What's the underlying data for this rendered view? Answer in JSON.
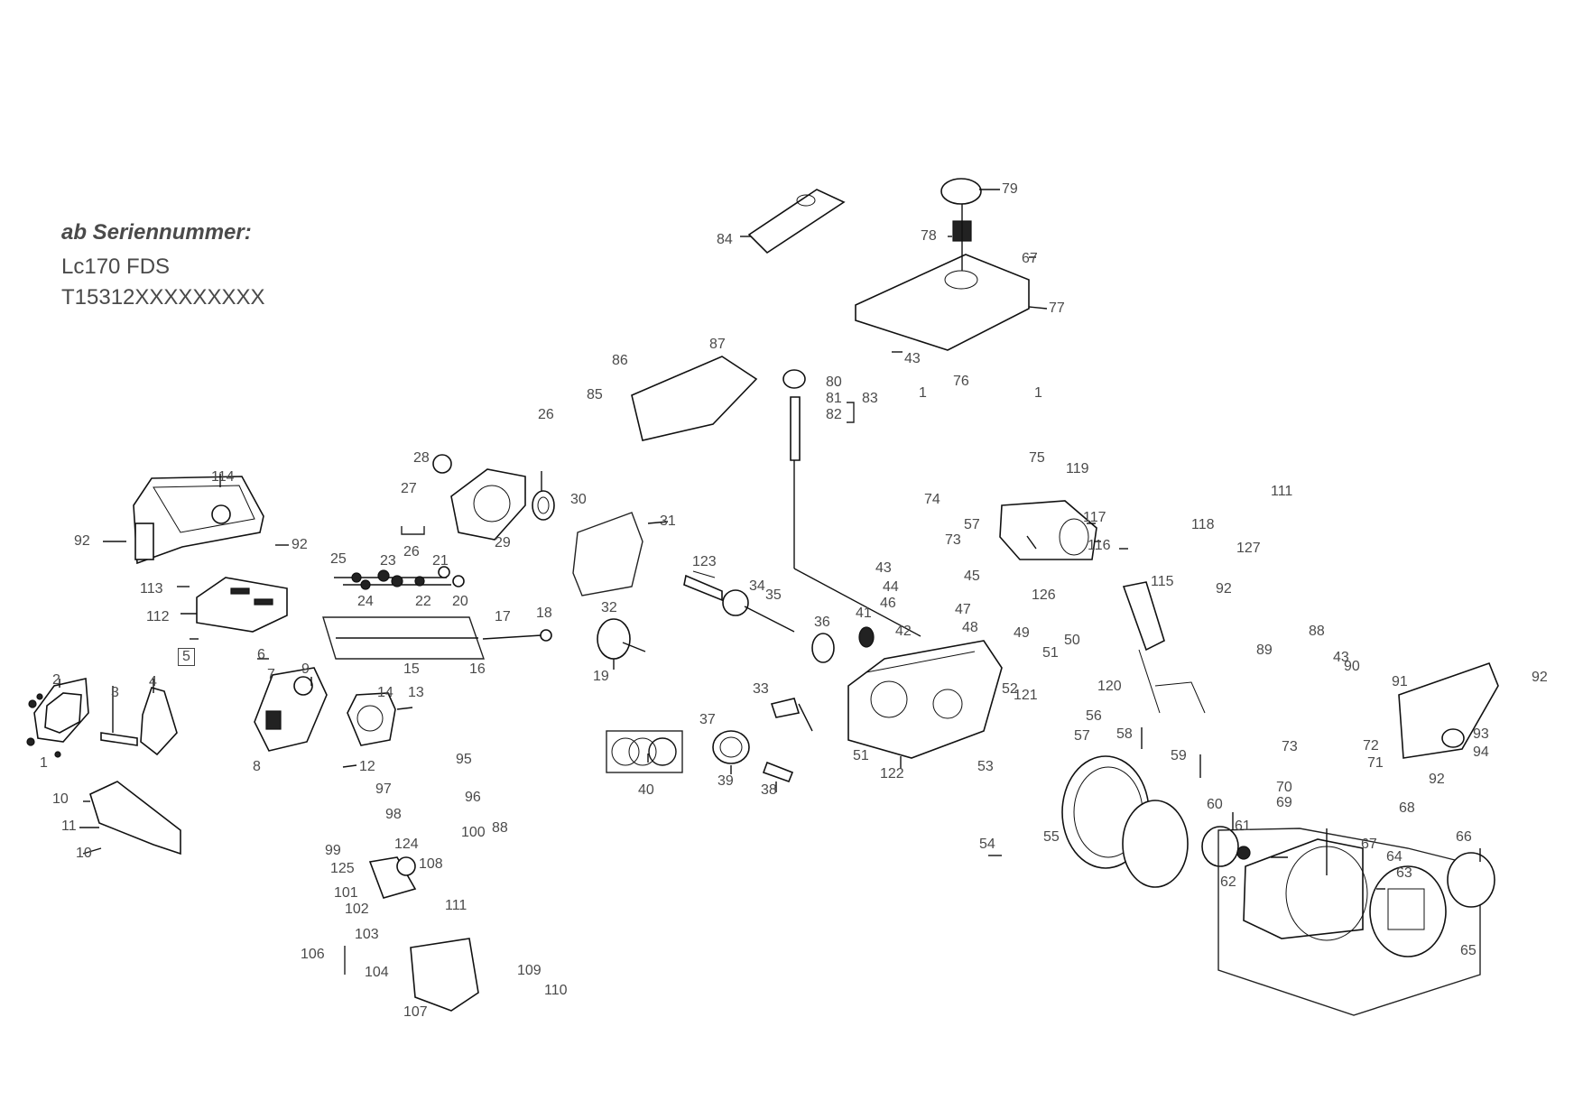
{
  "header": {
    "title": "ab Seriennummer:",
    "model": "Lc170 FDS",
    "serial": "T15312XXXXXXXXX"
  },
  "callouts": [
    {
      "id": "1",
      "parts": [
        "1",
        "1",
        "1",
        "2",
        "3",
        "4",
        "5",
        "6",
        "7",
        "8",
        "9"
      ]
    },
    {
      "labels": [
        "10",
        "10",
        "11",
        "12",
        "13",
        "14",
        "15",
        "16",
        "17",
        "18",
        "19",
        "20"
      ]
    },
    {
      "labels": [
        "21",
        "22",
        "23",
        "24",
        "25",
        "26",
        "26",
        "27",
        "28",
        "29",
        "30"
      ]
    },
    {
      "labels": [
        "31",
        "32",
        "33",
        "34",
        "35",
        "36",
        "37",
        "38",
        "39",
        "40"
      ]
    },
    {
      "labels": [
        "41",
        "42",
        "43",
        "43",
        "43",
        "44",
        "45",
        "46",
        "47",
        "48",
        "49",
        "50"
      ]
    },
    {
      "labels": [
        "51",
        "51",
        "52",
        "53",
        "54",
        "55",
        "56",
        "57",
        "57",
        "57",
        "58",
        "59",
        "60"
      ]
    },
    {
      "labels": [
        "61",
        "62",
        "63",
        "64",
        "65",
        "66",
        "67",
        "67",
        "68",
        "69",
        "70"
      ]
    },
    {
      "labels": [
        "71",
        "72",
        "73",
        "73",
        "73",
        "74",
        "75",
        "76",
        "77",
        "78",
        "79",
        "80"
      ]
    },
    {
      "labels": [
        "81",
        "82",
        "83",
        "84",
        "85",
        "86",
        "87",
        "88",
        "88",
        "89",
        "90"
      ]
    },
    {
      "labels": [
        "91",
        "92",
        "92",
        "92",
        "92",
        "92",
        "93",
        "94",
        "95",
        "96",
        "97",
        "98",
        "99",
        "100"
      ]
    },
    {
      "labels": [
        "101",
        "102",
        "103",
        "104",
        "106",
        "107",
        "108",
        "109",
        "110",
        "111",
        "111"
      ]
    },
    {
      "labels": [
        "112",
        "113",
        "114",
        "115",
        "116",
        "117",
        "118",
        "119",
        "120",
        "121",
        "122",
        "123",
        "124",
        "125",
        "126",
        "127"
      ]
    }
  ],
  "labels": {
    "l1a": "1",
    "l1b": "1",
    "l1c": "1",
    "l2": "2",
    "l3": "3",
    "l4": "4",
    "l5": "5",
    "l6": "6",
    "l7": "7",
    "l8": "8",
    "l9": "9",
    "l10a": "10",
    "l10b": "10",
    "l11": "11",
    "l12": "12",
    "l13": "13",
    "l14": "14",
    "l15": "15",
    "l16": "16",
    "l17": "17",
    "l18": "18",
    "l19": "19",
    "l20": "20",
    "l21": "21",
    "l22": "22",
    "l23": "23",
    "l24": "24",
    "l25": "25",
    "l26a": "26",
    "l26b": "26",
    "l27": "27",
    "l28": "28",
    "l29": "29",
    "l30": "30",
    "l31": "31",
    "l32": "32",
    "l33": "33",
    "l34": "34",
    "l35": "35",
    "l36": "36",
    "l37": "37",
    "l38": "38",
    "l39": "39",
    "l40": "40",
    "l41": "41",
    "l42": "42",
    "l43a": "43",
    "l43b": "43",
    "l43c": "43",
    "l44": "44",
    "l45": "45",
    "l46": "46",
    "l47": "47",
    "l48": "48",
    "l49": "49",
    "l50": "50",
    "l51a": "51",
    "l51b": "51",
    "l52": "52",
    "l53": "53",
    "l54": "54",
    "l55": "55",
    "l56": "56",
    "l57a": "57",
    "l57b": "57",
    "l58": "58",
    "l59": "59",
    "l60": "60",
    "l61": "61",
    "l62": "62",
    "l63": "63",
    "l64": "64",
    "l65": "65",
    "l66": "66",
    "l67": "67",
    "l67b": "67",
    "l68": "68",
    "l69": "69",
    "l70": "70",
    "l71": "71",
    "l72": "72",
    "l73a": "73",
    "l73b": "73",
    "l73c": "73",
    "l74": "74",
    "l75": "75",
    "l76": "76",
    "l77": "77",
    "l78": "78",
    "l79": "79",
    "l80": "80",
    "l81": "81",
    "l82": "82",
    "l83": "83",
    "l84": "84",
    "l85": "85",
    "l86": "86",
    "l87": "87",
    "l88a": "88",
    "l88b": "88",
    "l89": "89",
    "l90": "90",
    "l91": "91",
    "l92a": "92",
    "l92b": "92",
    "l92c": "92",
    "l92d": "92",
    "l92e": "92",
    "l93": "93",
    "l94": "94",
    "l95": "95",
    "l96": "96",
    "l97": "97",
    "l98": "98",
    "l99": "99",
    "l100": "100",
    "l101": "101",
    "l102": "102",
    "l103": "103",
    "l104": "104",
    "l106": "106",
    "l107": "107",
    "l108": "108",
    "l109": "109",
    "l110": "110",
    "l111a": "111",
    "l111b": "111",
    "l112": "112",
    "l113": "113",
    "l114": "114",
    "l115": "115",
    "l116": "116",
    "l117": "117",
    "l118": "118",
    "l119": "119",
    "l120": "120",
    "l121": "121",
    "l122": "122",
    "l123": "123",
    "l124": "124",
    "l125": "125",
    "l126": "126",
    "l127": "127"
  }
}
